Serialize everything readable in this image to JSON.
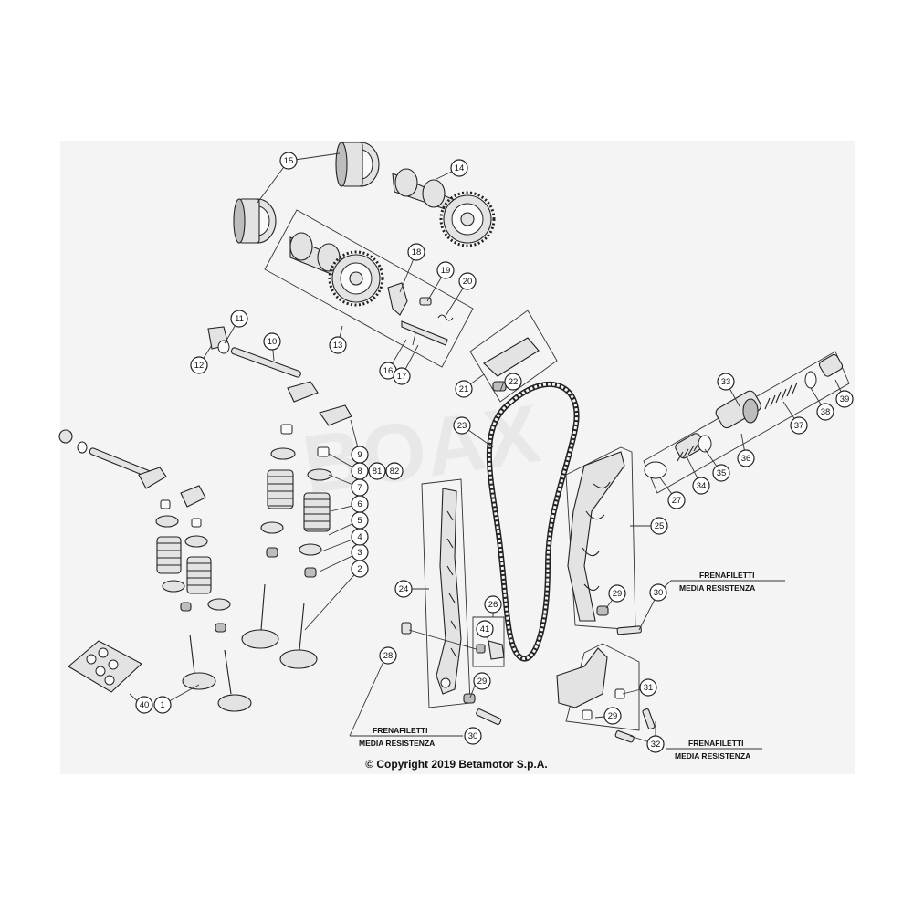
{
  "callouts": [
    {
      "n": "1"
    },
    {
      "n": "2"
    },
    {
      "n": "3"
    },
    {
      "n": "4"
    },
    {
      "n": "5"
    },
    {
      "n": "6"
    },
    {
      "n": "7"
    },
    {
      "n": "8"
    },
    {
      "n": "9"
    },
    {
      "n": "10"
    },
    {
      "n": "11"
    },
    {
      "n": "12"
    },
    {
      "n": "13"
    },
    {
      "n": "14"
    },
    {
      "n": "15"
    },
    {
      "n": "16"
    },
    {
      "n": "17"
    },
    {
      "n": "18"
    },
    {
      "n": "19"
    },
    {
      "n": "20"
    },
    {
      "n": "21"
    },
    {
      "n": "22"
    },
    {
      "n": "23"
    },
    {
      "n": "24"
    },
    {
      "n": "25"
    },
    {
      "n": "26"
    },
    {
      "n": "27"
    },
    {
      "n": "28"
    },
    {
      "n": "29"
    },
    {
      "n": "29"
    },
    {
      "n": "29"
    },
    {
      "n": "30"
    },
    {
      "n": "30"
    },
    {
      "n": "31"
    },
    {
      "n": "32"
    },
    {
      "n": "33"
    },
    {
      "n": "34"
    },
    {
      "n": "35"
    },
    {
      "n": "36"
    },
    {
      "n": "37"
    },
    {
      "n": "38"
    },
    {
      "n": "39"
    },
    {
      "n": "40"
    },
    {
      "n": "41"
    },
    {
      "n": "81"
    },
    {
      "n": "82"
    }
  ],
  "notes": [
    {
      "line1": "FRENAFILETTI",
      "line2": "MEDIA RESISTENZA"
    },
    {
      "line1": "FRENAFILETTI",
      "line2": "MEDIA RESISTENZA"
    },
    {
      "line1": "FRENAFILETTI",
      "line2": "MEDIA RESISTENZA"
    }
  ],
  "copyright": "© Copyright 2019 Betamotor S.p.A.",
  "watermark": "BOAX",
  "colors": {
    "background": "#f4f4f4",
    "line": "#222222"
  }
}
